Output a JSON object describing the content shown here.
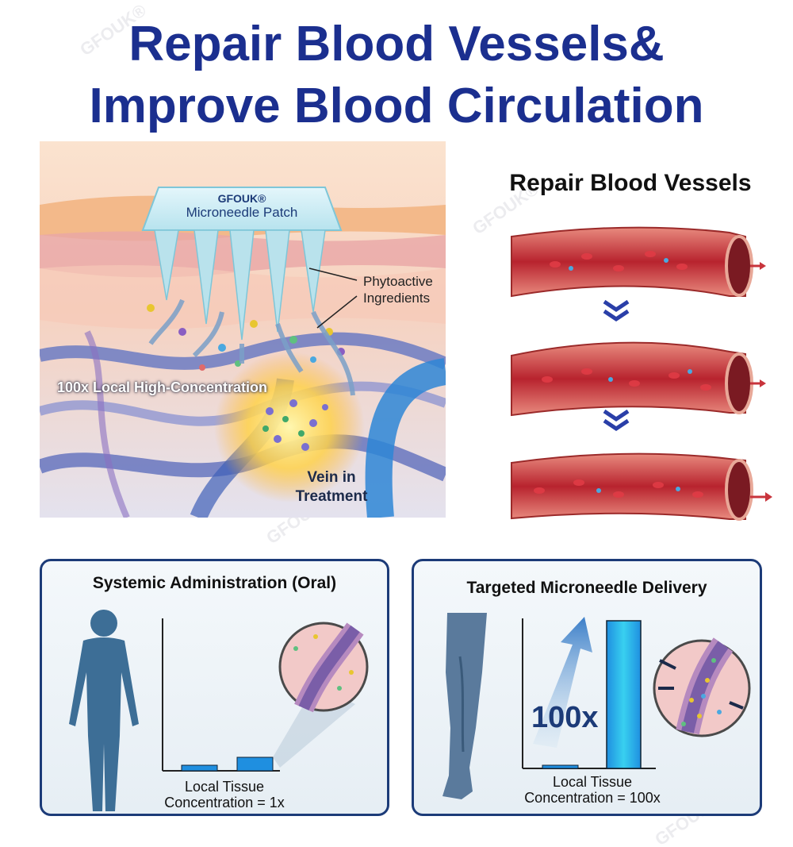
{
  "header": {
    "title_line_1": "Repair Blood Vessels&",
    "title_line_2": "Improve Blood Circulation"
  },
  "skin_diagram": {
    "patch_brand": "GFOUK®",
    "patch_label": "Microneedle Patch",
    "phytoactive_label_1": "Phytoactive",
    "phytoactive_label_2": "Ingredients",
    "concentration_label": "100x Local High-Concentration",
    "vein_label_1": "Vein in",
    "vein_label_2": "Treatment"
  },
  "vessel_panel": {
    "title": "Repair Blood Vessels"
  },
  "oral_panel": {
    "title": "Systemic Administration (Oral)",
    "caption_line_1": "Local Tissue",
    "caption_line_2": "Concentration = 1x"
  },
  "microneedle_panel": {
    "title": "Targeted Microneedle Delivery",
    "multiplier": "100x",
    "caption_line_1": "Local Tissue",
    "caption_line_2": "Concentration = 100x"
  },
  "watermark": "GFOUK®",
  "colors": {
    "title_blue": "#1b2f8f",
    "panel_border": "#1c3b78",
    "vessel_red": "#c8343c",
    "bar_blue": "#1f8fe0"
  }
}
